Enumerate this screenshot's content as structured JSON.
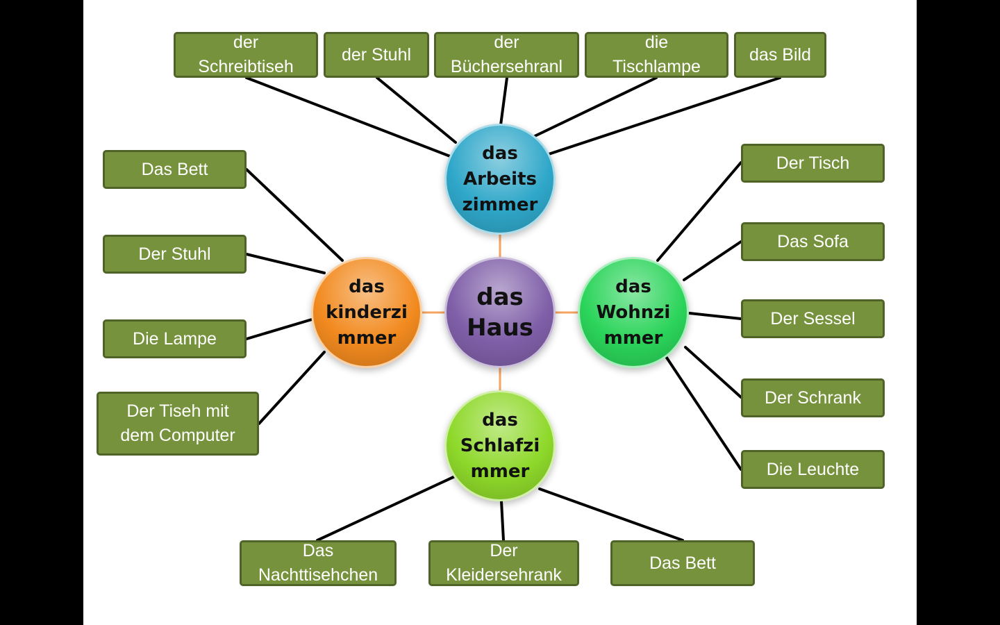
{
  "center": {
    "label": "das\nHaus",
    "color": "#7f5fa8"
  },
  "hubs": [
    {
      "id": "arbeitszimmer",
      "label": "das\nArbeits\nzimmer",
      "color": "#2fa7c9",
      "items": [
        "der\nSchreibtiseh",
        "der Stuhl",
        "der\nBüchersehranl",
        "die\nTischlampe",
        "das Bild"
      ]
    },
    {
      "id": "kinderzimmer",
      "label": "das\nkinderzi\nmmer",
      "color": "#f28a1f",
      "items": [
        "Das Bett",
        "Der Stuhl",
        "Die Lampe",
        "Der Tiseh mit\ndem Computer"
      ]
    },
    {
      "id": "wohnzimmer",
      "label": "das\nWohnzi\nmmer",
      "color": "#2bd45a",
      "items": [
        "Der Tisch",
        "Das Sofa",
        "Der Sessel",
        "Der Schrank",
        "Die Leuchte"
      ]
    },
    {
      "id": "schlafzimmer",
      "label": "das\nSchlafzi\nmmer",
      "color": "#8ed82a",
      "items": [
        "Das\nNachttisehchen",
        "Der\nKleidersehrank",
        "Das Bett"
      ]
    }
  ],
  "colors": {
    "box_fill": "#76923c",
    "box_border": "#4f6228",
    "connector": "#f4a460",
    "spoke": "#000000"
  }
}
